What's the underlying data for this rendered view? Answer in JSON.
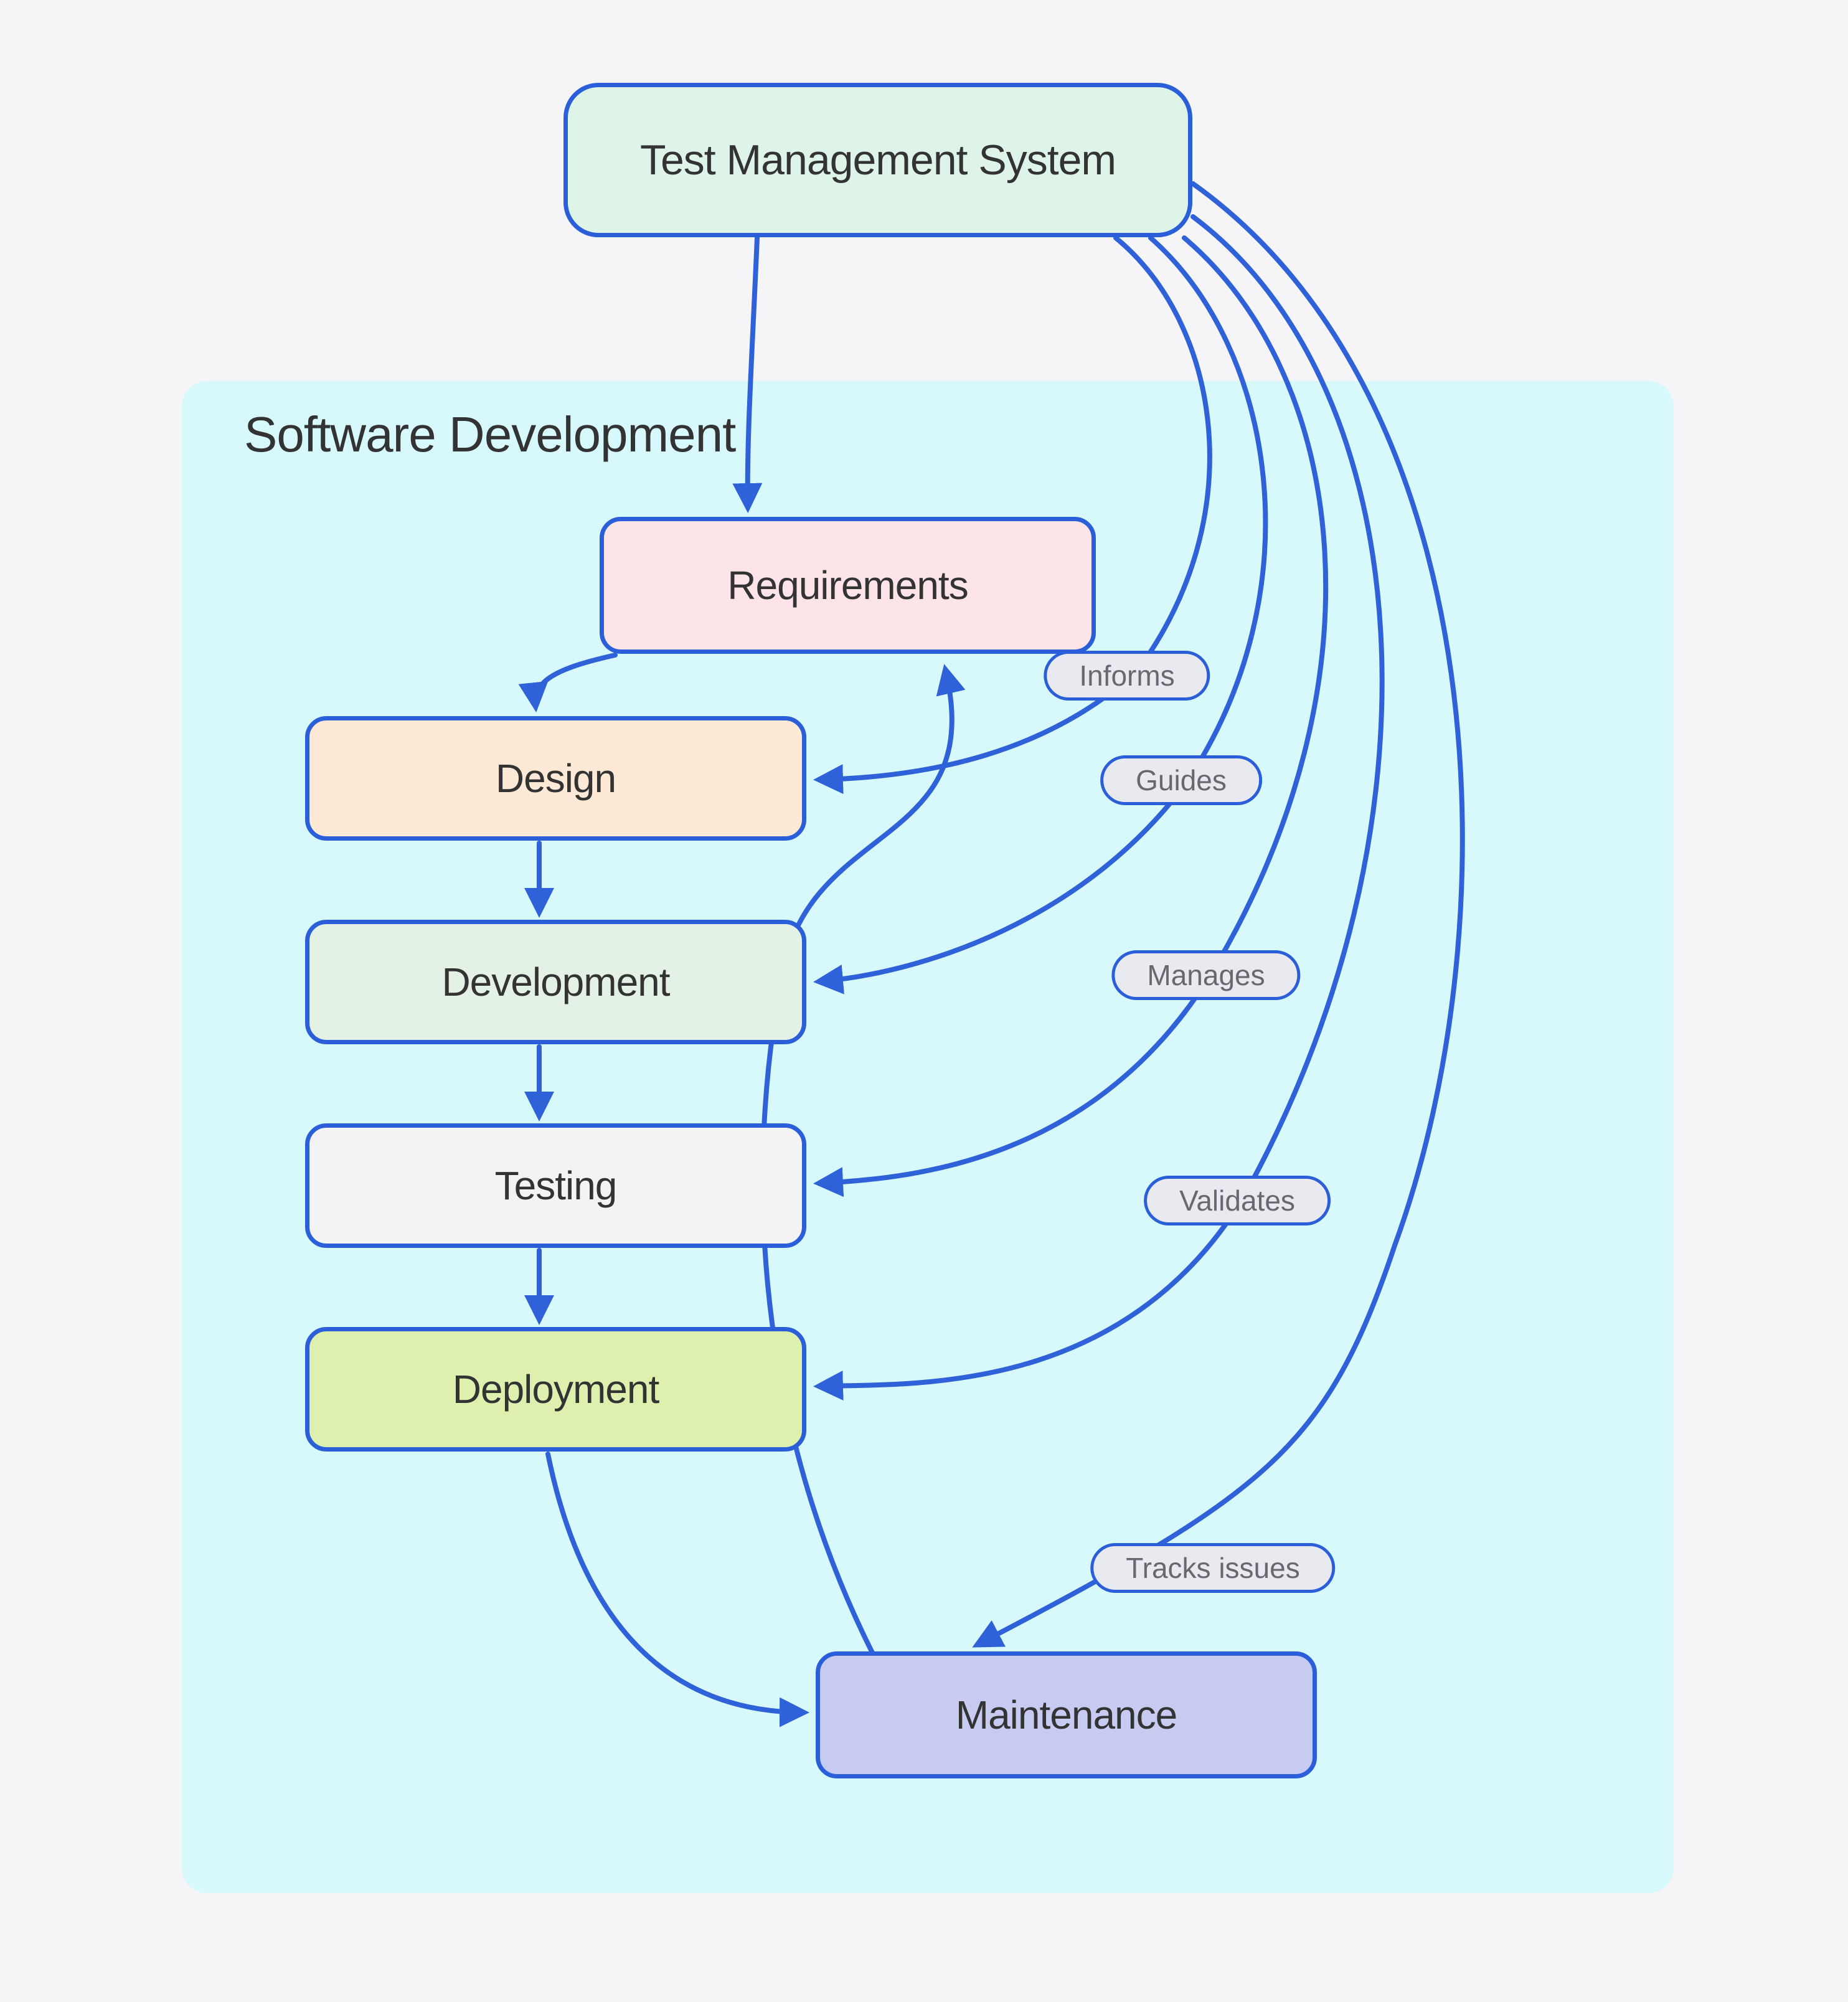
{
  "diagram": {
    "type": "flowchart",
    "external_node": {
      "id": "tms",
      "label": "Test Management System"
    },
    "subgraph": {
      "label": "Software Development",
      "nodes": [
        {
          "id": "requirements",
          "label": "Requirements"
        },
        {
          "id": "design",
          "label": "Design"
        },
        {
          "id": "development",
          "label": "Development"
        },
        {
          "id": "testing",
          "label": "Testing"
        },
        {
          "id": "deployment",
          "label": "Deployment"
        },
        {
          "id": "maintenance",
          "label": "Maintenance"
        }
      ]
    },
    "edges": [
      {
        "from": "Test Management System",
        "to": "Requirements",
        "label": ""
      },
      {
        "from": "Test Management System",
        "to": "Design",
        "label": "Informs"
      },
      {
        "from": "Test Management System",
        "to": "Development",
        "label": "Guides"
      },
      {
        "from": "Test Management System",
        "to": "Testing",
        "label": "Manages"
      },
      {
        "from": "Test Management System",
        "to": "Deployment",
        "label": "Validates"
      },
      {
        "from": "Test Management System",
        "to": "Maintenance",
        "label": "Tracks issues"
      },
      {
        "from": "Requirements",
        "to": "Design",
        "label": ""
      },
      {
        "from": "Design",
        "to": "Development",
        "label": ""
      },
      {
        "from": "Development",
        "to": "Testing",
        "label": ""
      },
      {
        "from": "Testing",
        "to": "Deployment",
        "label": ""
      },
      {
        "from": "Deployment",
        "to": "Maintenance",
        "label": ""
      },
      {
        "from": "Maintenance",
        "to": "Requirements",
        "label": ""
      }
    ],
    "colors": {
      "background": "#f5f4f6",
      "subgraph_fill": "#d7f9fc",
      "edge": "#2f62d8",
      "node_border": "#2b5fd9",
      "node_text": "#333333",
      "tms_fill": "#dff4e9",
      "requirements_fill": "#fce4e8",
      "design_fill": "#fde9d6",
      "development_fill": "#e3f2e5",
      "testing_fill": "#f3f3f6",
      "deployment_fill": "#def0ae",
      "maintenance_fill": "#c7caf1",
      "edge_label_fill": "#e9e9f0",
      "edge_label_text": "#68696f"
    }
  }
}
